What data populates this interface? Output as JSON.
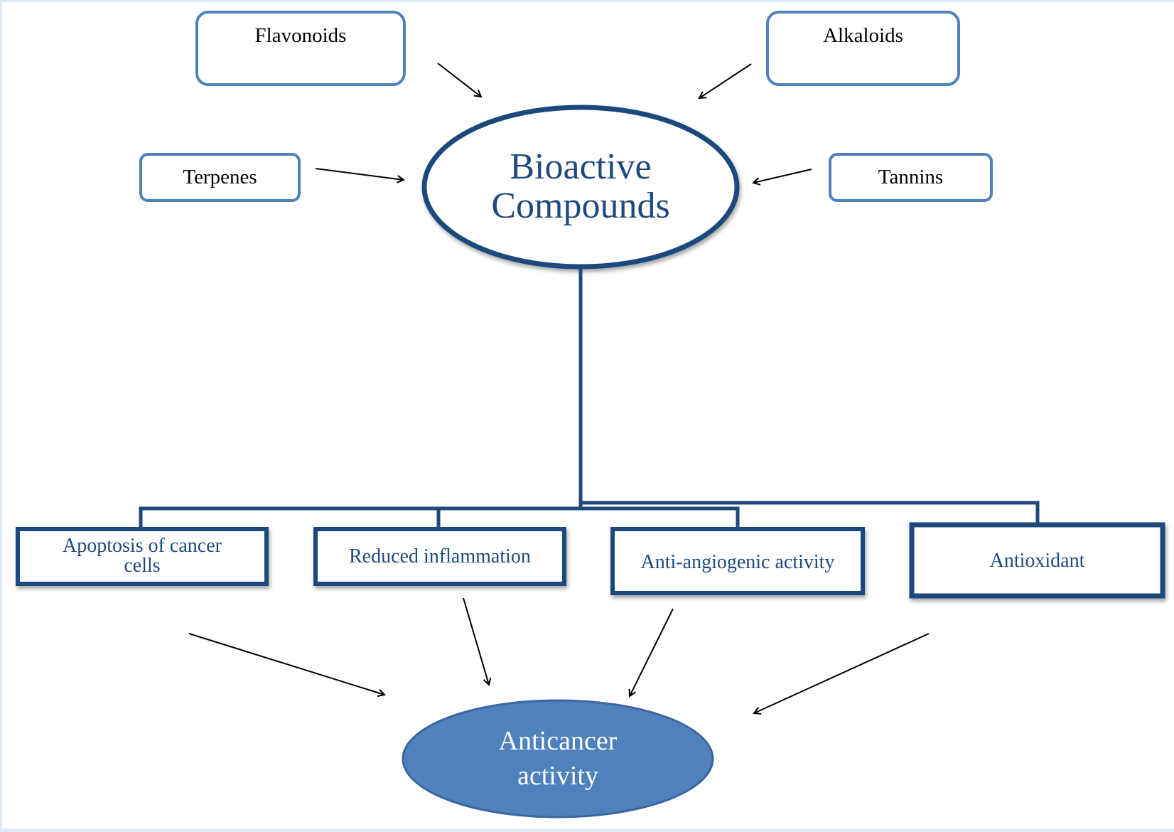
{
  "diagram": {
    "sources": [
      {
        "id": "flavonoids",
        "label": "Flavonoids"
      },
      {
        "id": "alkaloids",
        "label": "Alkaloids"
      },
      {
        "id": "terpenes",
        "label": "Terpenes"
      },
      {
        "id": "tannins",
        "label": "Tannins"
      }
    ],
    "center": {
      "line1": "Bioactive",
      "line2": "Compounds"
    },
    "effects": [
      {
        "id": "apoptosis",
        "line1": "Apoptosis of cancer",
        "line2": "cells"
      },
      {
        "id": "reduced-inflammation",
        "line1": "Reduced inflammation",
        "line2": ""
      },
      {
        "id": "anti-angiogenic",
        "line1": "Anti-angiogenic activity",
        "line2": ""
      },
      {
        "id": "antioxidant",
        "line1": "Antioxidant",
        "line2": ""
      }
    ],
    "outcome": {
      "line1": "Anticancer",
      "line2": "activity"
    }
  },
  "colors": {
    "source_border": "#4f81bd",
    "dark_blue": "#1f497d",
    "outcome_fill": "#4f81bd",
    "arrow": "#000000",
    "page_border": "#dfe9f5"
  }
}
